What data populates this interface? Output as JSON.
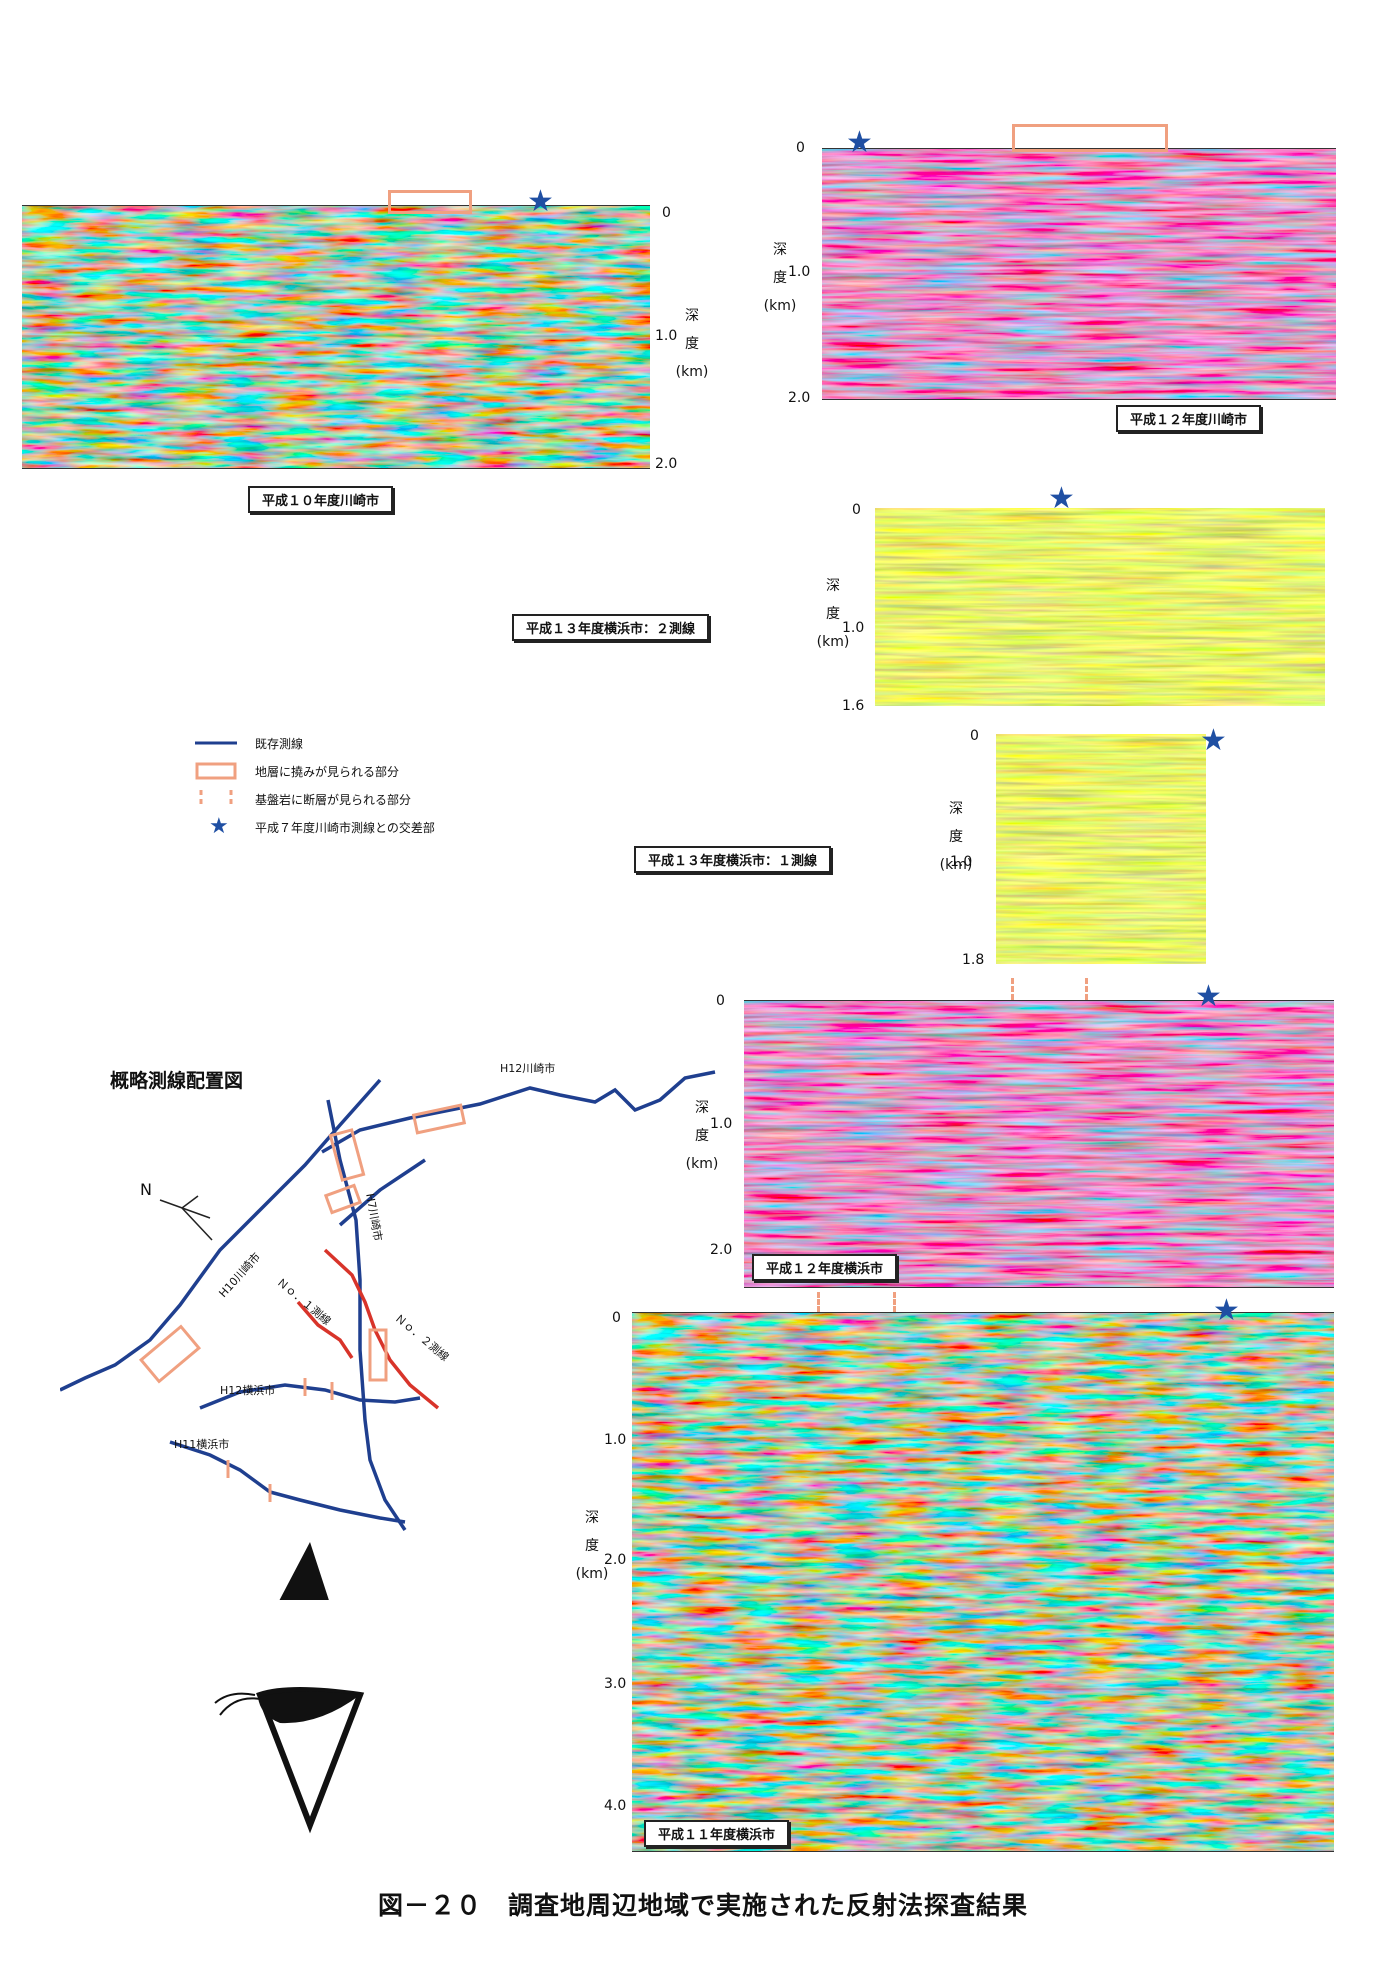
{
  "figure_caption": "図－２０　調査地周辺地域で実施された反射法探査結果",
  "depth_label": {
    "line1": "深",
    "line2": "度",
    "unit": "(km)"
  },
  "panels": {
    "h10_kawasaki": {
      "caption": "平成１０年度川崎市",
      "ticks": [
        "0",
        "1.0",
        "2.0"
      ]
    },
    "h12_kawasaki": {
      "caption": "平成１２年度川崎市",
      "ticks": [
        "0",
        "1.0",
        "2.0"
      ]
    },
    "h13_yokohama_2": {
      "caption": "平成１３年度横浜市：２測線",
      "ticks": [
        "0",
        "1.0",
        "1.6"
      ]
    },
    "h13_yokohama_1": {
      "caption": "平成１３年度横浜市：１測線",
      "ticks": [
        "0",
        "1.0",
        "1.8"
      ]
    },
    "h12_yokohama": {
      "caption": "平成１２年度横浜市",
      "ticks": [
        "0",
        "1.0",
        "2.0"
      ]
    },
    "h11_yokohama": {
      "caption": "平成１１年度横浜市",
      "ticks": [
        "0",
        "1.0",
        "2.0",
        "3.0",
        "4.0"
      ]
    }
  },
  "legend": {
    "existing_line": "既存測線",
    "fold": "地層に撓みが見られる部分",
    "fault": "基盤岩に断層が見られる部分",
    "intersection": "平成７年度川崎市測線との交差部"
  },
  "map": {
    "title": "概略測線配置図",
    "north": "N",
    "labels": {
      "h12_kawasaki": "H12川崎市",
      "h7_kawasaki": "H7川崎市",
      "h10_kawasaki": "H10川崎市",
      "no1": "Ｎｏ．１測線",
      "no2": "Ｎｏ．２測線",
      "h12_yokohama": "H12横浜市",
      "h11_yokohama": "H11横浜市"
    }
  },
  "colors": {
    "line_blue": "#1f3f8f",
    "line_red": "#d8342a",
    "highlight": "#f0a080",
    "star": "#1f4fa3"
  }
}
